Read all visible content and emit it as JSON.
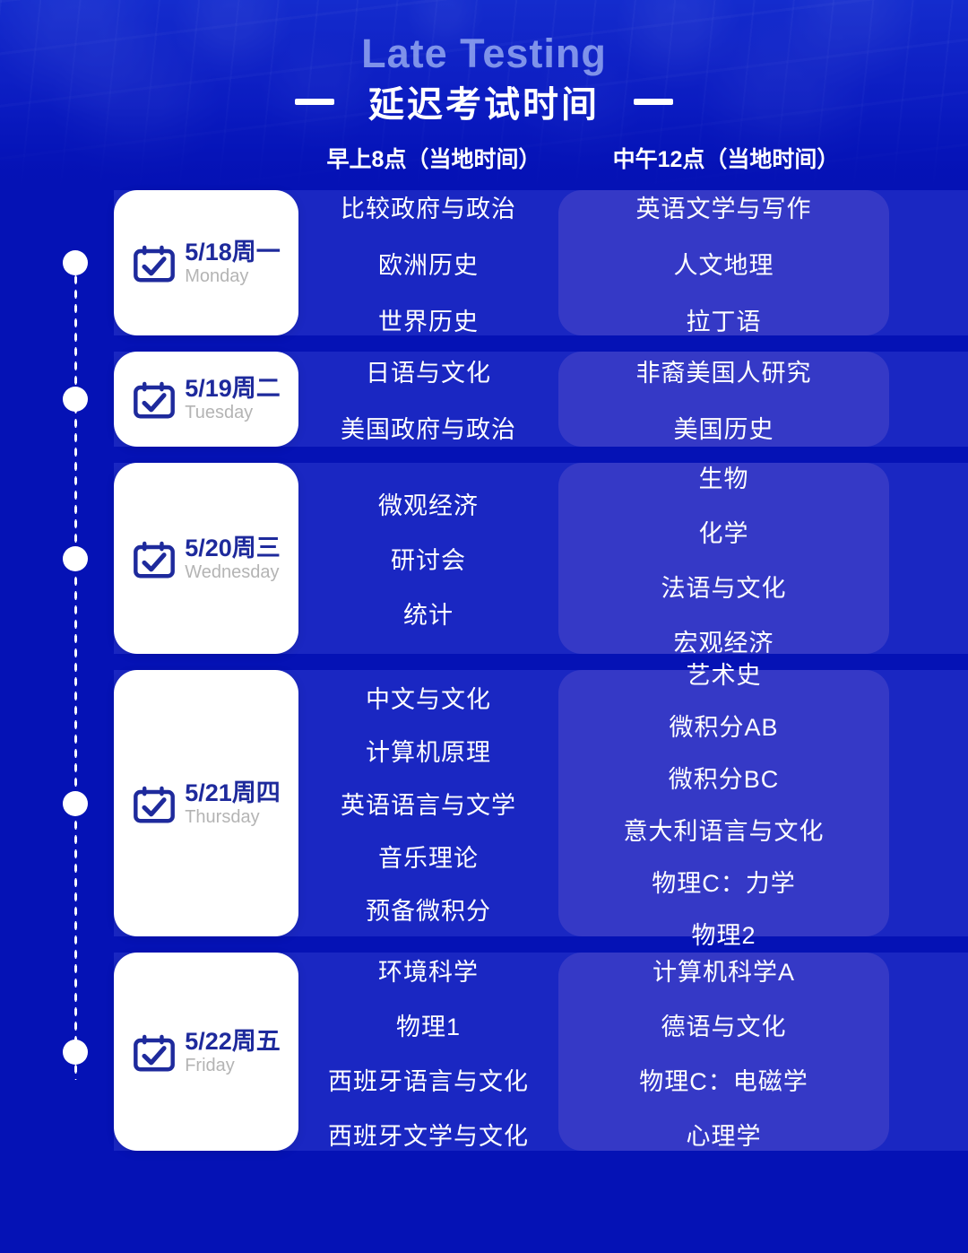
{
  "hero": {
    "title_en": "Late Testing",
    "title_cn": "延迟考试时间",
    "dash_left": "dash",
    "dash_right": "dash",
    "column_headers": {
      "morning": "早上8点（当地时间）",
      "noon": "中午12点（当地时间）"
    }
  },
  "colors": {
    "background": "#0512b5",
    "row_band": "#1a27c2",
    "pm_card": "#3539c6",
    "day_card": "#ffffff",
    "date_text": "#1e2a9c",
    "day_en_text": "#b4b4b4",
    "subject_text": "#ffffff",
    "hero_en_text": "#c4d6ff"
  },
  "schedule": [
    {
      "date_cn": "5/18周一",
      "date_en": "Monday",
      "icon": "calendar-check-icon",
      "morning_subjects": [
        "比较政府与政治",
        "欧洲历史",
        "世界历史"
      ],
      "noon_subjects": [
        "英语文学与写作",
        "人文地理",
        "拉丁语"
      ]
    },
    {
      "date_cn": "5/19周二",
      "date_en": "Tuesday",
      "icon": "calendar-check-icon",
      "morning_subjects": [
        "日语与文化",
        "美国政府与政治"
      ],
      "noon_subjects": [
        "非裔美国人研究",
        "美国历史"
      ]
    },
    {
      "date_cn": "5/20周三",
      "date_en": "Wednesday",
      "icon": "calendar-check-icon",
      "morning_subjects": [
        "微观经济",
        "研讨会",
        "统计"
      ],
      "noon_subjects": [
        "生物",
        "化学",
        "法语与文化",
        "宏观经济"
      ]
    },
    {
      "date_cn": "5/21周四",
      "date_en": "Thursday",
      "icon": "calendar-check-icon",
      "morning_subjects": [
        "中文与文化",
        "计算机原理",
        "英语语言与文学",
        "音乐理论",
        "预备微积分"
      ],
      "noon_subjects": [
        "艺术史",
        "微积分AB",
        "微积分BC",
        "意大利语言与文化",
        "物理C：力学",
        "物理2"
      ]
    },
    {
      "date_cn": "5/22周五",
      "date_en": "Friday",
      "icon": "calendar-check-icon",
      "morning_subjects": [
        "环境科学",
        "物理1",
        "西班牙语言与文化",
        "西班牙文学与文化"
      ],
      "noon_subjects": [
        "计算机科学A",
        "德语与文化",
        "物理C：电磁学",
        "心理学"
      ]
    }
  ]
}
